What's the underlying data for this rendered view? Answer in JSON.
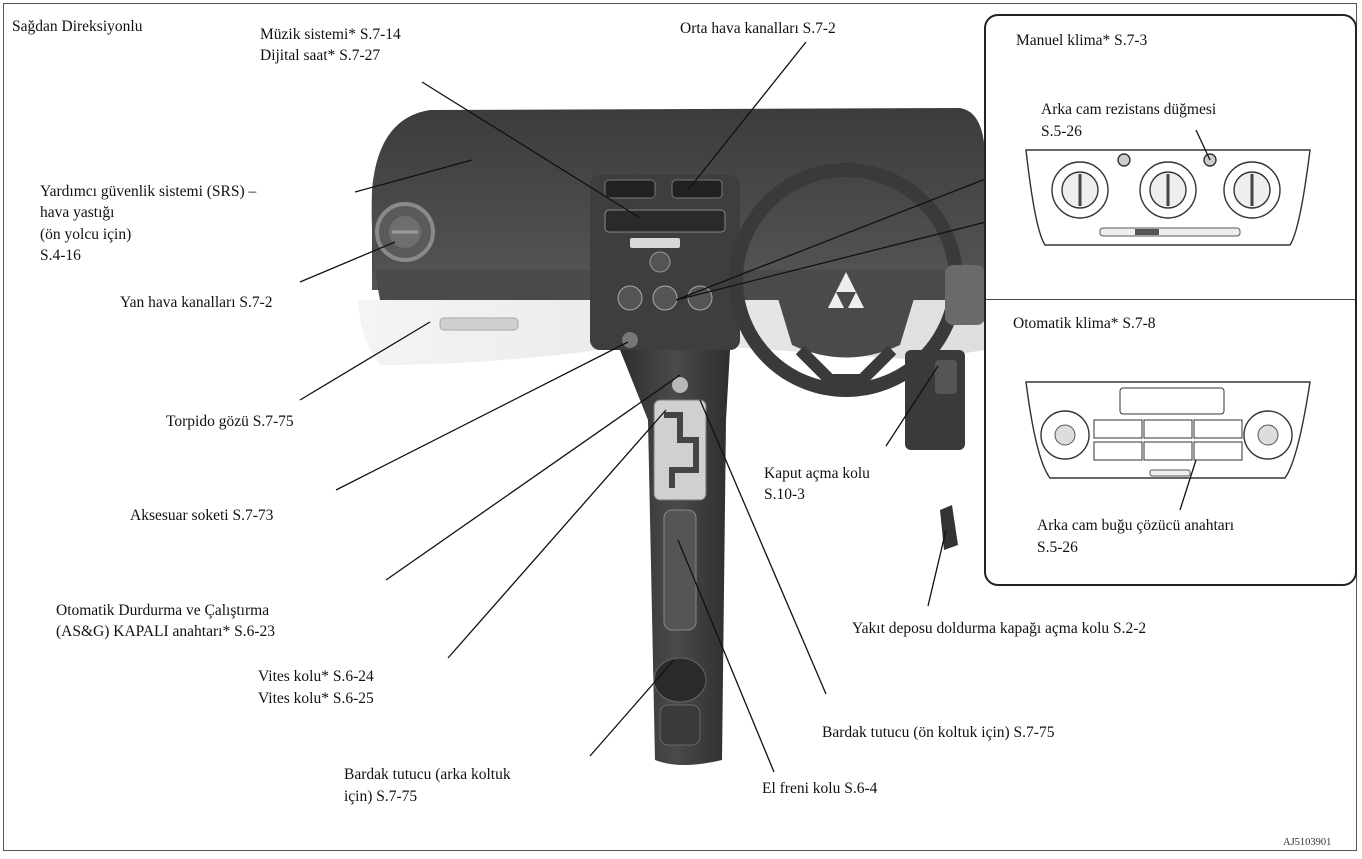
{
  "title": "Sağdan Direksiyonlu",
  "image_code": "AJ5103901",
  "callouts": {
    "music": "Müzik sistemi* S.7-14",
    "clock": "Dijital saat* S.7-27",
    "center_vents": "Orta hava kanalları S.7-2",
    "airbag_1": "Yardımcı güvenlik sistemi (SRS) –",
    "airbag_2": "hava yastığı",
    "airbag_3": "(ön yolcu için)",
    "airbag_4": "S.4-16",
    "side_vents": "Yan hava kanalları S.7-2",
    "glovebox": "Torpido gözü S.7-75",
    "accessory": "Aksesuar soketi S.7-73",
    "asg_1": "Otomatik Durdurma ve Çalıştırma",
    "asg_2": "(AS&G) KAPALI anahtarı* S.6-23",
    "gear_1": "Vites kolu* S.6-24",
    "gear_2": "Vites kolu* S.6-25",
    "cup_rear_1": "Bardak tutucu (arka koltuk",
    "cup_rear_2": "için) S.7-75",
    "parking_brake": "El freni kolu S.6-4",
    "cup_front": "Bardak tutucu (ön koltuk için) S.7-75",
    "hood_1": "Kaput açma kolu",
    "hood_2": "S.10-3",
    "fuel": "Yakıt deposu doldurma kapağı açma kolu S.2-2"
  },
  "inset_manual": {
    "title": "Manuel klima* S.7-3",
    "rear_defog_1": "Arka cam rezistans düğmesi",
    "rear_defog_2": "S.5-26"
  },
  "inset_auto": {
    "title": "Otomatik klima* S.7-8",
    "defog_1": "Arka cam buğu çözücü anahtarı",
    "defog_2": "S.5-26"
  }
}
